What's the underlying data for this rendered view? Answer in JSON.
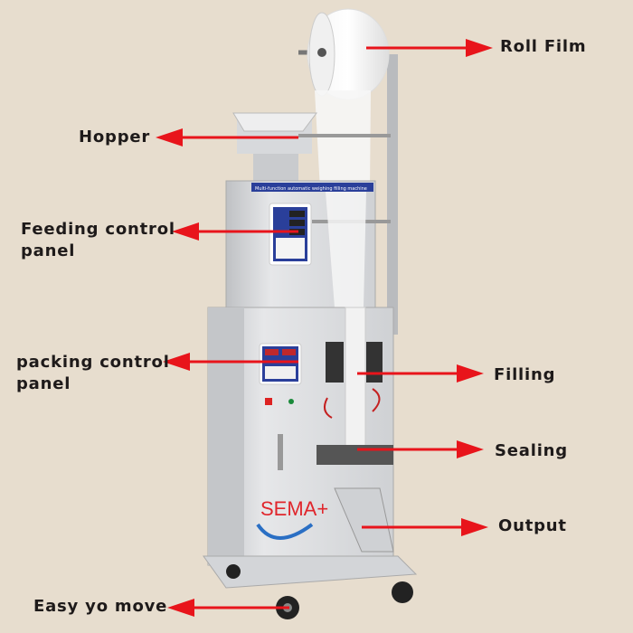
{
  "labels": {
    "roll_film": "Roll Film",
    "hopper": "Hopper",
    "feeding_control_panel": [
      "Feeding control",
      "panel"
    ],
    "packing_control_panel": [
      "packing control",
      "panel"
    ],
    "filling": "Filling",
    "sealing": "Sealing",
    "output": "Output",
    "easy_to_move": "Easy yo move"
  },
  "machine": {
    "brand_logo": "SEMA+",
    "top_strip_text": "Multi-function automatic weighing filling machine"
  },
  "colors": {
    "background": "#e7ddce",
    "arrow": "#e8141b",
    "panel": "#2a3f9a",
    "logo_red": "#e0262c",
    "logo_blue": "#2a6fc4"
  }
}
